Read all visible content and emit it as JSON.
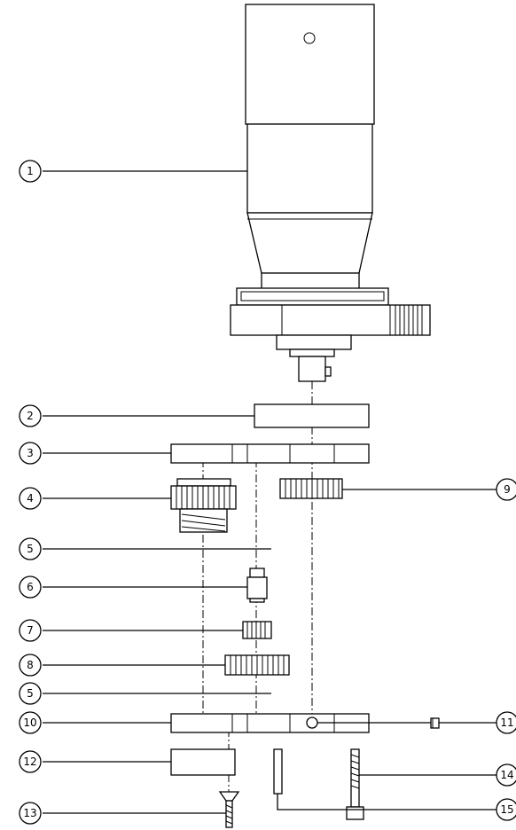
{
  "callouts": [
    {
      "id": "c1",
      "label": "1"
    },
    {
      "id": "c2",
      "label": "2"
    },
    {
      "id": "c3",
      "label": "3"
    },
    {
      "id": "c4",
      "label": "4"
    },
    {
      "id": "c5a",
      "label": "5"
    },
    {
      "id": "c6",
      "label": "6"
    },
    {
      "id": "c7",
      "label": "7"
    },
    {
      "id": "c8",
      "label": "8"
    },
    {
      "id": "c5b",
      "label": "5"
    },
    {
      "id": "c10",
      "label": "10"
    },
    {
      "id": "c12",
      "label": "12"
    },
    {
      "id": "c13",
      "label": "13"
    },
    {
      "id": "c9",
      "label": "9"
    },
    {
      "id": "c11",
      "label": "11"
    },
    {
      "id": "c14",
      "label": "14"
    },
    {
      "id": "c15",
      "label": "15"
    }
  ]
}
